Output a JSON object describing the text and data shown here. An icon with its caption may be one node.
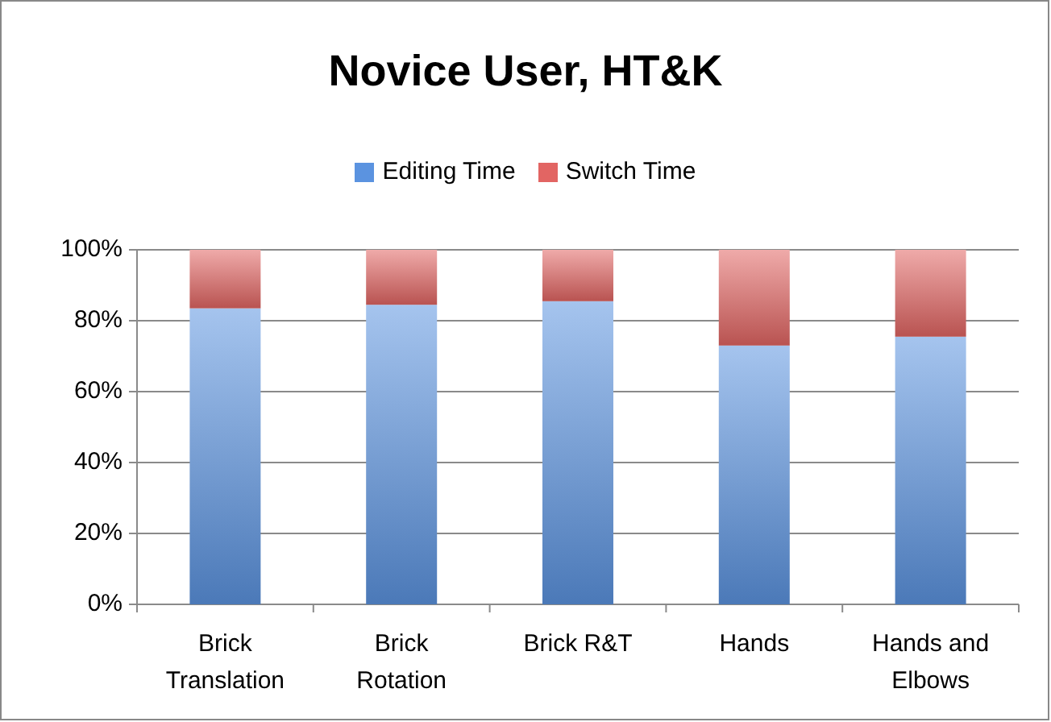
{
  "diagram": {
    "chart_data": {
      "type": "bar",
      "title": "Novice User, HT&K",
      "stacked": true,
      "orientation": "vertical",
      "categories": [
        "Brick Translation",
        "Brick Rotation",
        "Brick R&T",
        "Hands",
        "Hands and Elbows"
      ],
      "series": [
        {
          "name": "Editing Time",
          "color": "#5b93e0",
          "values": [
            83.5,
            84.5,
            85.5,
            73,
            75.5
          ]
        },
        {
          "name": "Switch Time",
          "color": "#e26563",
          "values": [
            16.5,
            15.5,
            14.5,
            27,
            24.5
          ]
        }
      ],
      "ylim": [
        0,
        100
      ],
      "grid": true,
      "legend": "top",
      "yticks": [
        {
          "value": 0,
          "label": "0%"
        },
        {
          "value": 20,
          "label": "20%"
        },
        {
          "value": 40,
          "label": "40%"
        },
        {
          "value": 60,
          "label": "60%"
        },
        {
          "value": 80,
          "label": "80%"
        },
        {
          "value": 100,
          "label": "100%"
        }
      ]
    }
  }
}
